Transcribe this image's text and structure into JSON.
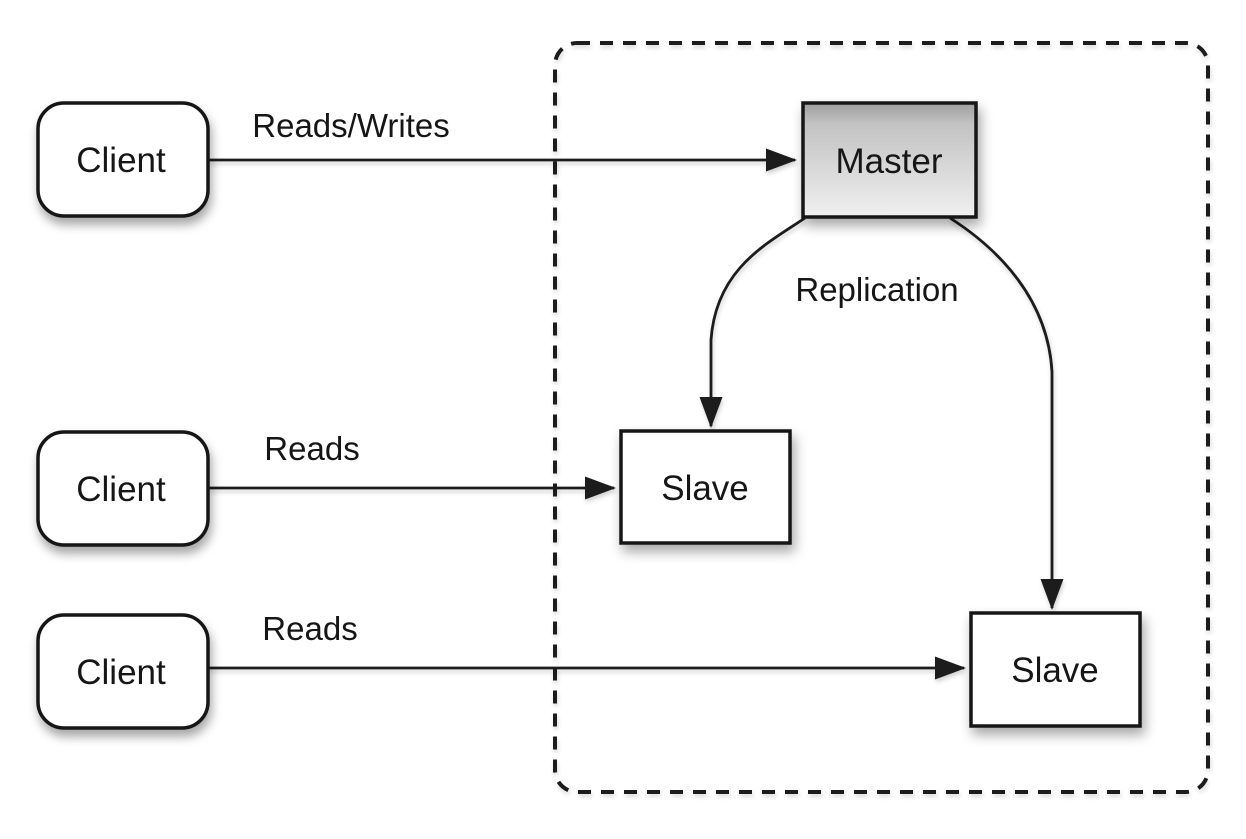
{
  "diagram": {
    "type": "master-slave-replication-architecture",
    "nodes": {
      "client1": {
        "label": "Client"
      },
      "client2": {
        "label": "Client"
      },
      "client3": {
        "label": "Client"
      },
      "master": {
        "label": "Master"
      },
      "slave1": {
        "label": "Slave"
      },
      "slave2": {
        "label": "Slave"
      }
    },
    "edges": {
      "client1_to_master": {
        "label": "Reads/Writes",
        "from": "client1",
        "to": "master"
      },
      "client2_to_slave1": {
        "label": "Reads",
        "from": "client2",
        "to": "slave1"
      },
      "client3_to_slave2": {
        "label": "Reads",
        "from": "client3",
        "to": "slave2"
      },
      "master_to_slave1": {
        "label": "",
        "from": "master",
        "to": "slave1"
      },
      "master_to_slave2": {
        "label": "",
        "from": "master",
        "to": "slave2"
      },
      "replication_label": {
        "label": "Replication"
      }
    },
    "colors": {
      "background": "#ffffff",
      "stroke": "#161616",
      "node_fill": "#ffffff",
      "master_gradient_top": "#9e9e9e",
      "master_gradient_upper": "#c2c2c2",
      "master_gradient_bottom": "#f0f0f0",
      "text": "#161616"
    }
  }
}
